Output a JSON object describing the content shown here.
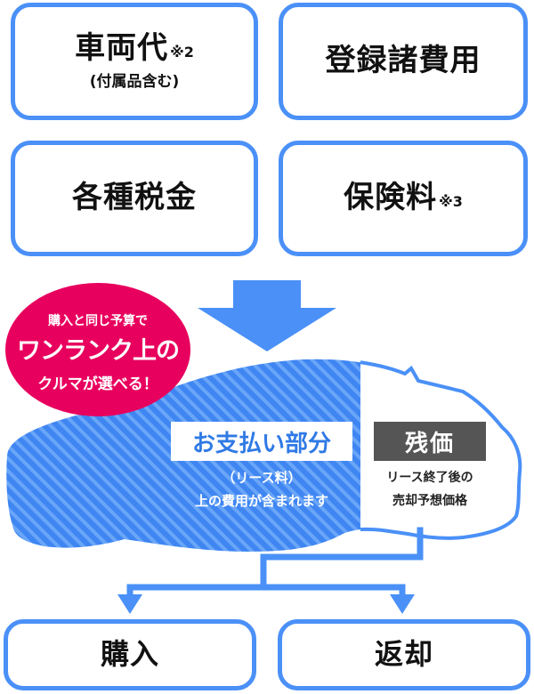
{
  "cost_items": {
    "vehicle": {
      "label": "車両代",
      "note": "※2",
      "sub": "(付属品含む)"
    },
    "registration": {
      "label": "登録諸費用"
    },
    "taxes": {
      "label": "各種税金"
    },
    "insurance": {
      "label": "保険料",
      "note": "※3"
    }
  },
  "badge": {
    "line1": "購入と同じ予算で",
    "line2": "ワンランク上の",
    "line3": "クルマが選べる！"
  },
  "payment": {
    "title": "お支払い部分",
    "line1": "（リース料）",
    "line2": "上の費用が含まれます"
  },
  "residual": {
    "title": "残価",
    "line1": "リース終了後の",
    "line2": "売却予想価格"
  },
  "outcomes": {
    "purchase": "購入",
    "return": "返却"
  },
  "colors": {
    "accent_blue": "#4a90f7",
    "stripe_blue": "#3f86f2",
    "badge_pink": "#e8005e",
    "residual_gray": "#555555"
  }
}
